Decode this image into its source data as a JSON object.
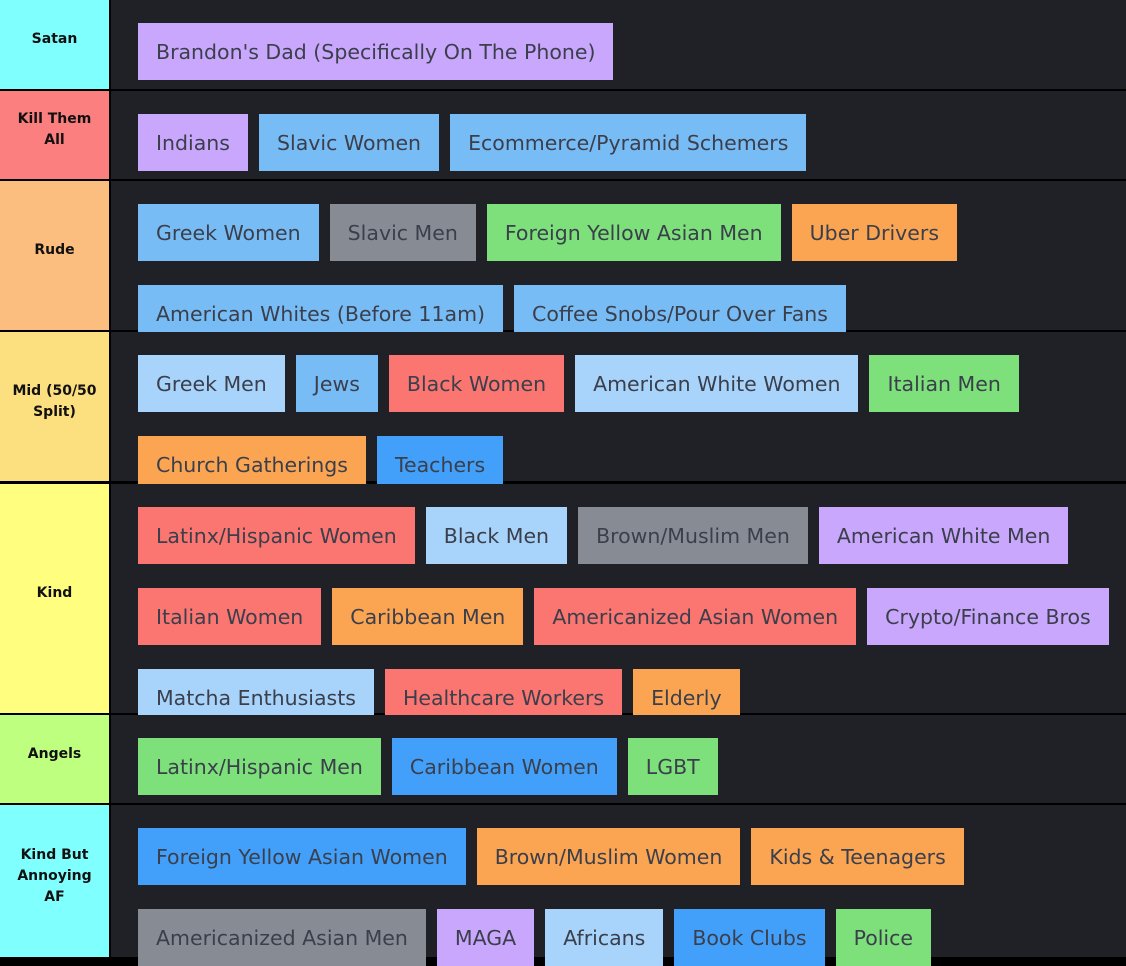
{
  "colors": {
    "row_bg": "#1f2127",
    "separator": "#000000",
    "item_text": "#3a3f4b",
    "purple": "#c9a7fd",
    "lightblue": "#78bcf6",
    "paleblue": "#a8d4fb",
    "blue": "#43a0fa",
    "gray": "#878c94",
    "green": "#7de07b",
    "orange": "#fba553",
    "red": "#fb7571"
  },
  "tiers": [
    {
      "label": "Satan",
      "color": "#7ffffe",
      "items": [
        {
          "text": "Brandon's Dad (Specifically On The Phone)",
          "color": "purple"
        }
      ]
    },
    {
      "label": "Kill Them All",
      "color": "#fb7f7e",
      "items": [
        {
          "text": "Indians",
          "color": "purple"
        },
        {
          "text": "Slavic Women",
          "color": "lightblue"
        },
        {
          "text": "Ecommerce/Pyramid Schemers",
          "color": "lightblue"
        }
      ]
    },
    {
      "label": "Rude",
      "color": "#fcbe7f",
      "items": [
        {
          "text": "Greek Women",
          "color": "lightblue"
        },
        {
          "text": "Slavic Men",
          "color": "gray"
        },
        {
          "text": "Foreign Yellow Asian Men",
          "color": "green"
        },
        {
          "text": "Uber Drivers",
          "color": "orange"
        },
        {
          "text": "American Whites (Before 11am)",
          "color": "lightblue"
        },
        {
          "text": "Coffee Snobs/Pour Over Fans",
          "color": "lightblue"
        }
      ]
    },
    {
      "label": "Mid (50/50 Split)",
      "color": "#fcdf7f",
      "items": [
        {
          "text": "Greek Men",
          "color": "paleblue"
        },
        {
          "text": "Jews",
          "color": "lightblue"
        },
        {
          "text": "Black Women",
          "color": "red"
        },
        {
          "text": "American White Women",
          "color": "paleblue"
        },
        {
          "text": "Italian Men",
          "color": "green"
        },
        {
          "text": "Church Gatherings",
          "color": "orange"
        },
        {
          "text": "Teachers",
          "color": "blue"
        }
      ]
    },
    {
      "label": "Kind",
      "color": "#fffe7f",
      "items": [
        {
          "text": "Latinx/Hispanic Women",
          "color": "red"
        },
        {
          "text": "Black Men",
          "color": "paleblue"
        },
        {
          "text": "Brown/Muslim Men",
          "color": "gray"
        },
        {
          "text": "American White Men",
          "color": "purple"
        },
        {
          "text": "Italian Women",
          "color": "red"
        },
        {
          "text": "Caribbean Men",
          "color": "orange"
        },
        {
          "text": "Americanized Asian Women",
          "color": "red"
        },
        {
          "text": "Crypto/Finance Bros",
          "color": "purple"
        },
        {
          "text": "Matcha Enthusiasts",
          "color": "paleblue"
        },
        {
          "text": "Healthcare Workers",
          "color": "red"
        },
        {
          "text": "Elderly",
          "color": "orange"
        }
      ]
    },
    {
      "label": "Angels",
      "color": "#bfff7f",
      "items": [
        {
          "text": "Latinx/Hispanic Men",
          "color": "green"
        },
        {
          "text": "Caribbean Women",
          "color": "blue"
        },
        {
          "text": "LGBT",
          "color": "green"
        }
      ]
    },
    {
      "label": "Kind But Annoying AF",
      "color": "#7ffffe",
      "items": [
        {
          "text": "Foreign Yellow Asian Women",
          "color": "blue"
        },
        {
          "text": "Brown/Muslim Women",
          "color": "orange"
        },
        {
          "text": "Kids & Teenagers",
          "color": "orange"
        },
        {
          "text": "Americanized Asian Men",
          "color": "gray"
        },
        {
          "text": "MAGA",
          "color": "purple"
        },
        {
          "text": "Africans",
          "color": "paleblue"
        },
        {
          "text": "Book Clubs",
          "color": "blue"
        },
        {
          "text": "Police",
          "color": "green"
        }
      ]
    }
  ]
}
